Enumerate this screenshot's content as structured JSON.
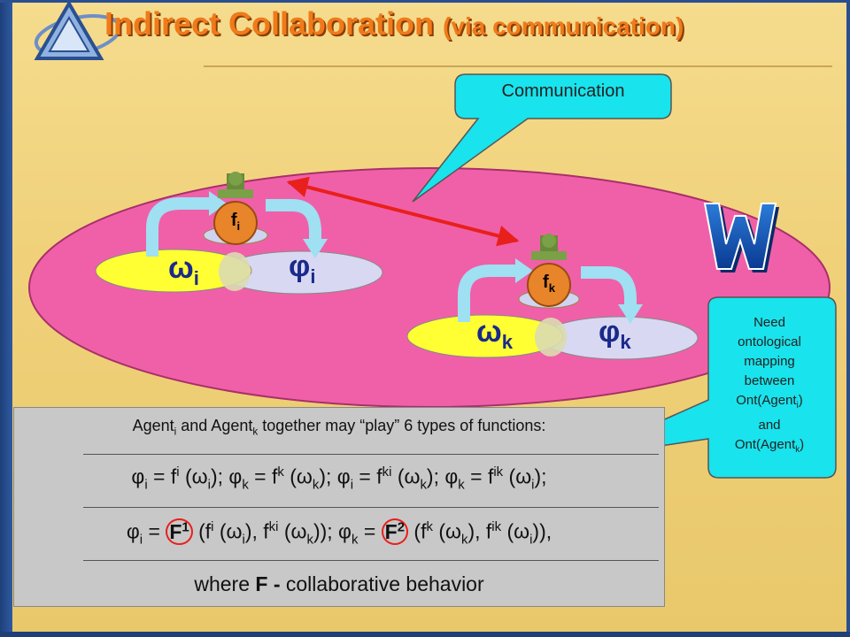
{
  "title": {
    "main": "Indirect Collaboration",
    "sub": "(via communication)"
  },
  "callouts": {
    "communication": "Communication",
    "need_mapping": {
      "line1": "Need",
      "line2": "ontological",
      "line3": "mapping",
      "line4": "between",
      "line5_prefix": "Ont(Agent",
      "line5_sub": "i",
      "line5_suffix": ")",
      "line6": "and",
      "line7_prefix": "Ont(Agent",
      "line7_sub": "k",
      "line7_suffix": ")"
    }
  },
  "world_label": "W",
  "agent_i": {
    "omega": "ω",
    "phi": "φ",
    "sub": "i",
    "f": "f"
  },
  "agent_k": {
    "omega": "ω",
    "phi": "φ",
    "sub": "k",
    "f": "f"
  },
  "info": {
    "line1": {
      "a": "Agent",
      "a_sub": "i",
      "b": " and Agent",
      "b_sub": "k",
      "c": " together may “play” 6 types of functions:"
    },
    "line2": {
      "t1": "φ",
      "t1s": "i",
      "t2": " = f",
      "t2p": "i",
      "t3": " (ω",
      "t3s": "i",
      "t4": "); φ",
      "t4s": "k",
      "t5": " = f",
      "t5p": "k",
      "t6": " (ω",
      "t6s": "k",
      "t7": "); φ",
      "t7s": "i",
      "t8": " = f",
      "t8p": "ki",
      "t9": " (ω",
      "t9s": "k",
      "t10": "); φ",
      "t10s": "k",
      "t11": " = f",
      "t11p": "ik",
      "t12": " (ω",
      "t12s": "i",
      "t13": ");"
    },
    "line3": {
      "t1": "φ",
      "t1s": "i",
      "t2": " = ",
      "F1": "F",
      "F1p": "1",
      "t3": " (f",
      "t3p": "i",
      "t4": " (ω",
      "t4s": "i",
      "t5": "), f",
      "t5p": "ki",
      "t6": " (ω",
      "t6s": "k",
      "t7": ")); φ",
      "t7s": "k",
      "t8": " = ",
      "F2": "F",
      "F2p": "2",
      "t9": " (f",
      "t9p": "k",
      "t10": " (ω",
      "t10s": "k",
      "t11": "), f",
      "t11p": "ik",
      "t12": " (ω",
      "t12s": "i",
      "t13": ")),"
    },
    "line4": {
      "a": "where ",
      "b": "F -",
      "c": " collaborative behavior"
    }
  },
  "colors": {
    "world": "#f060a8",
    "omega_ellipse": "#ffff33",
    "phi_ellipse": "#d8d8f2",
    "callout": "#19e3ec",
    "arrow": "#e8201c",
    "title": "#f07a1a"
  }
}
